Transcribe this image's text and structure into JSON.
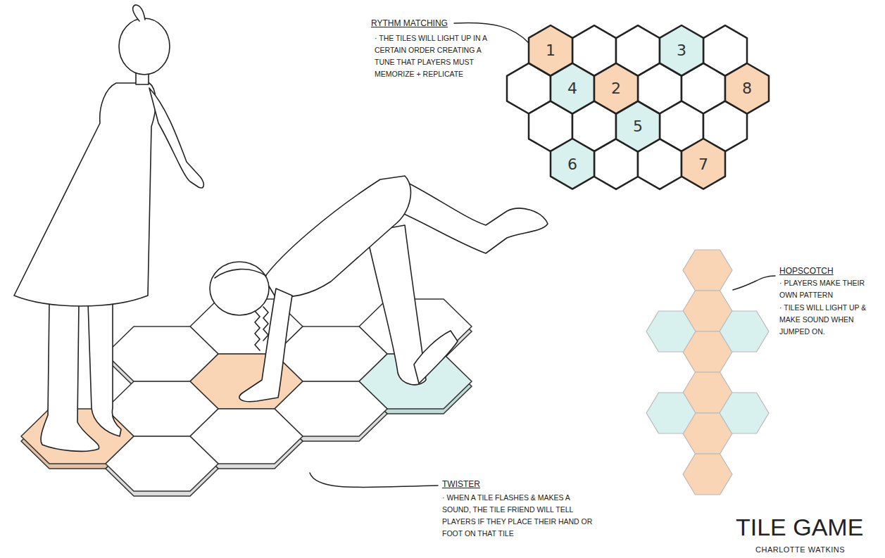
{
  "diagram": {
    "title": "TILE GAME",
    "nodes": [
      {
        "text": [
          "1"
        ]
      },
      {
        "text": [
          "3"
        ]
      },
      {
        "text": [
          "4"
        ]
      },
      {
        "text": [
          "2"
        ]
      },
      {
        "text": [
          "8"
        ]
      },
      {
        "text": [
          "5"
        ]
      },
      {
        "text": [
          "6"
        ]
      },
      {
        "text": [
          "7"
        ]
      }
    ],
    "labels": [
      "RYTHM MATCHING",
      "· THE TILES WILL LIGHT UP IN A CERTAIN ORDER CREATING A TUNE THAT PLAYERS MUST MEMORIZE + REPLICATE",
      "HOPSCOTCH",
      "· PLAYERS MAKE THEIR OWN PATTERN",
      "· TILES WILL LIGHT UP & MAKE SOUND WHEN JUMPED ON.",
      "TWISTER",
      "· WHEN A TILE FLASHES & MAKES A SOUND, THE TILE FRIEND WILL TELL PLAYERS IF THEY PLACE THEIR HAND OR FOOT ON THAT TILE",
      "CHARLOTTE WATKINS"
    ]
  }
}
